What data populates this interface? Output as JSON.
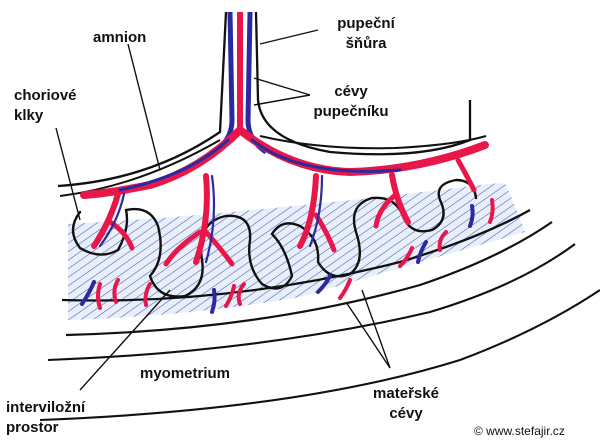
{
  "labels": {
    "amnion": "amnion",
    "umbilical_cord": [
      "pupeční",
      "šňůra"
    ],
    "umbilical_vessels": [
      "cévy",
      "pupečníku"
    ],
    "chorionic_villi": [
      "choriové",
      "klky"
    ],
    "myometrium": "myometrium",
    "intervillous_space": [
      "interviložní",
      "prostor"
    ],
    "maternal_vessels": [
      "mateřské",
      "cévy"
    ]
  },
  "credit": "© www.stefajir.cz",
  "colors": {
    "artery": "#e8174a",
    "vein": "#2a2aa0",
    "outline": "#111111",
    "tissue_hatch": "#3a5fc0",
    "tissue_fill": "#e6ecf7"
  }
}
